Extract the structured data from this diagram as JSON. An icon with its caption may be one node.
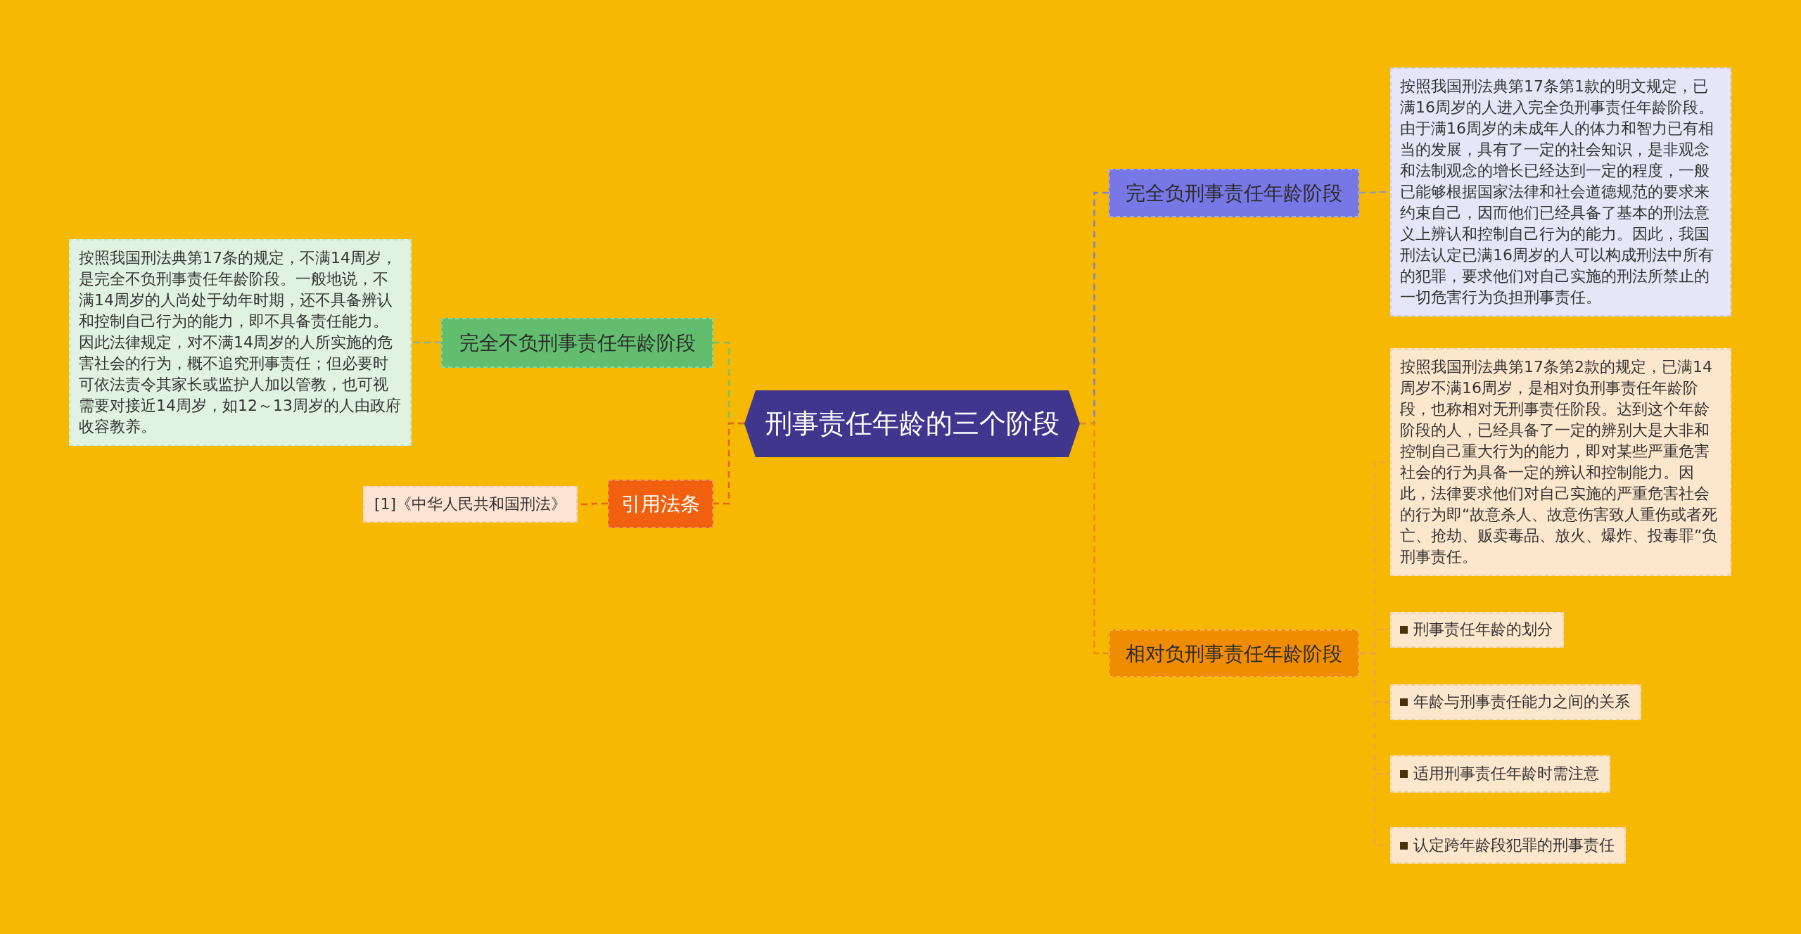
{
  "diagram": {
    "nodes": [
      {
        "text": [
          "刑事责任年龄的三个阶段"
        ]
      },
      {
        "text": [
          "完全不负刑事责任年龄阶段"
        ]
      },
      {
        "text": [
          "按照我国刑法典第17条的规定，不满14周岁，是完全不负刑事责任年龄阶段。一般地说，不满14周岁的人尚处于幼年时期，还不具备辨认和控制自己行为的能力，即不具备责任能力。因此法律规定，对不满14周岁的人所实施的危害社会的行为，概不追究刑事责任；但必要时可依法责令其家长或监护人加以管教，也可视需要对接近14周岁，如12～13周岁的人由政府收容教养。"
        ]
      },
      {
        "text": [
          "引用法条"
        ]
      },
      {
        "text": [
          "[1]《中华人民共和国刑法》"
        ]
      },
      {
        "text": [
          "完全负刑事责任年龄阶段"
        ]
      },
      {
        "text": [
          "按照我国刑法典第17条第1款的明文规定，已满16周岁的人进入完全负刑事责任年龄阶段。由于满16周岁的未成年人的体力和智力已有相当的发展，具有了一定的社会知识，是非观念和法制观念的增长已经达到一定的程度，一般已能够根据国家法律和社会道德规范的要求来约束自己，因而他们已经具备了基本的刑法意义上辨认和控制自己行为的能力。因此，我国刑法认定已满16周岁的人可以构成刑法中所有的犯罪，要求他们对自己实施的刑法所禁止的一切危害行为负担刑事责任。"
        ]
      },
      {
        "text": [
          "相对负刑事责任年龄阶段"
        ]
      },
      {
        "text": [
          "按照我国刑法典第17条第2款的规定，已满14周岁不满16周岁，是相对负刑事责任年龄阶段，也称相对无刑事责任阶段。达到这个年龄阶段的人，已经具备了一定的辨别大是大非和控制自己重大行为的能力，即对某些严重危害社会的行为具备一定的辨认和控制能力。因此，法律要求他们对自己实施的严重危害社会的行为即“故意杀人、故意伤害致人重伤或者死亡、抢劫、贩卖毒品、放火、爆炸、投毒罪”负刑事责任。"
        ]
      },
      {
        "text": [
          "刑事责任年龄的划分"
        ]
      },
      {
        "text": [
          "年龄与刑事责任能力之间的关系"
        ]
      },
      {
        "text": [
          "适用刑事责任年龄时需注意"
        ]
      },
      {
        "text": [
          "认定跨年龄段犯罪的刑事责任"
        ]
      }
    ],
    "edges": [
      {
        "from": 0,
        "to": 1,
        "arrow": "none",
        "style": "dashed",
        "color": "#7fbf6a"
      },
      {
        "from": 0,
        "to": 3,
        "arrow": "none",
        "style": "dashed",
        "color": "#e8641a"
      },
      {
        "from": 1,
        "to": 2,
        "arrow": "none",
        "style": "dashed",
        "color": "#8fb0a0"
      },
      {
        "from": 3,
        "to": 4,
        "arrow": "none",
        "style": "dashed",
        "color": "#e8641a"
      },
      {
        "from": 0,
        "to": 5,
        "arrow": "none",
        "style": "dashed",
        "color": "#8080c8"
      },
      {
        "from": 0,
        "to": 7,
        "arrow": "none",
        "style": "dashed",
        "color": "#ee8a10"
      },
      {
        "from": 5,
        "to": 6,
        "arrow": "none",
        "style": "dashed",
        "color": "#9a9ab8"
      },
      {
        "from": 7,
        "to": 8,
        "arrow": "none",
        "style": "dashed"
      },
      {
        "from": 7,
        "to": 9,
        "arrow": "none",
        "style": "dashed"
      },
      {
        "from": 7,
        "to": 10,
        "arrow": "none",
        "style": "dashed"
      },
      {
        "from": 7,
        "to": 11,
        "arrow": "none",
        "style": "dashed"
      },
      {
        "from": 7,
        "to": 12,
        "arrow": "none",
        "style": "dashed"
      }
    ]
  }
}
